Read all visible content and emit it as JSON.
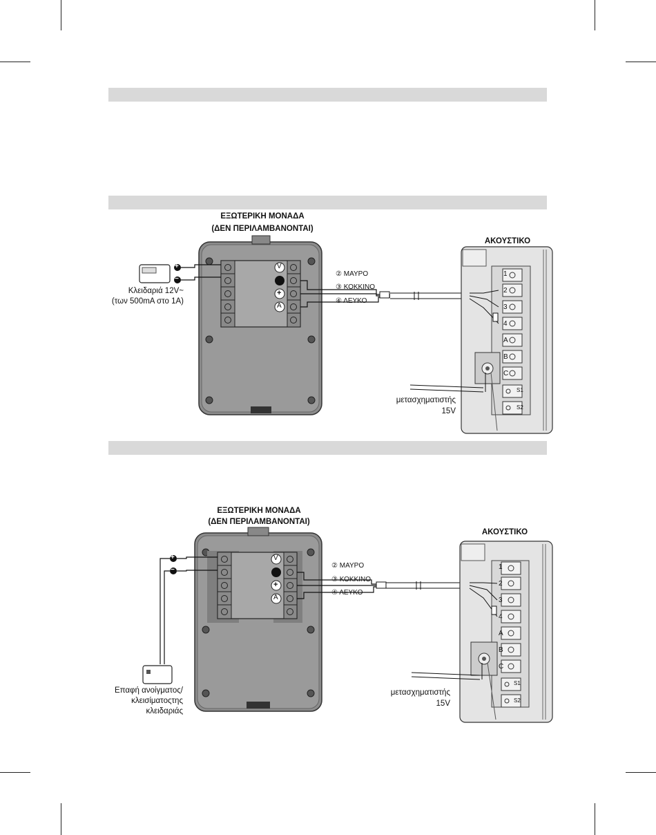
{
  "diagram1": {
    "outdoor_unit_title": "ΕΞΩΤΕΡΙΚΗ ΜΟΝΑΔΑ",
    "outdoor_unit_subtitle": "(ΔΕΝ ΠΕΡΙΛΑΜΒΑΝΟΝΤΑΙ)",
    "handset_title": "ΑΚΟΥΣΤΙΚΟ",
    "wire_black": "② ΜΑΥΡΟ",
    "wire_red": "③ ΚΟΚΚΙΝΟ",
    "wire_white": "④ ΛΕΥΚΟ",
    "lock_label_line1": "Κλειδαριά 12V~",
    "lock_label_line2": "(των 500mA στο 1A)",
    "transformer_line1": "μετασχηματιστής",
    "transformer_line2": "15V",
    "terminals": [
      "1",
      "2",
      "3",
      "4",
      "A",
      "B",
      "C",
      "S1",
      "S2"
    ]
  },
  "diagram2": {
    "outdoor_unit_title": "ΕΞΩΤΕΡΙΚΗ ΜΟΝΑΔΑ",
    "outdoor_unit_subtitle": "(ΔΕΝ ΠΕΡΙΛΑΜΒΑΝΟΝΤΑΙ)",
    "handset_title": "ΑΚΟΥΣΤΙΚΟ",
    "wire_black": "② ΜΑΥΡΟ",
    "wire_red": "③ ΚΟΚΚΙΝΟ",
    "wire_white": "④ ΛΕΥΚΟ",
    "contact_label_line1": "Επαφή ανοίγματος/",
    "contact_label_line2": "κλεισίματοςτης",
    "contact_label_line3": "κλειδαριάς",
    "transformer_line1": "μετασχηματιστής",
    "transformer_line2": "15V",
    "terminals": [
      "1",
      "2",
      "3",
      "4",
      "A",
      "B",
      "C",
      "S1",
      "S2"
    ]
  },
  "symbols": {
    "plus": "+",
    "minus": "−",
    "v": "V",
    "a": "A"
  }
}
